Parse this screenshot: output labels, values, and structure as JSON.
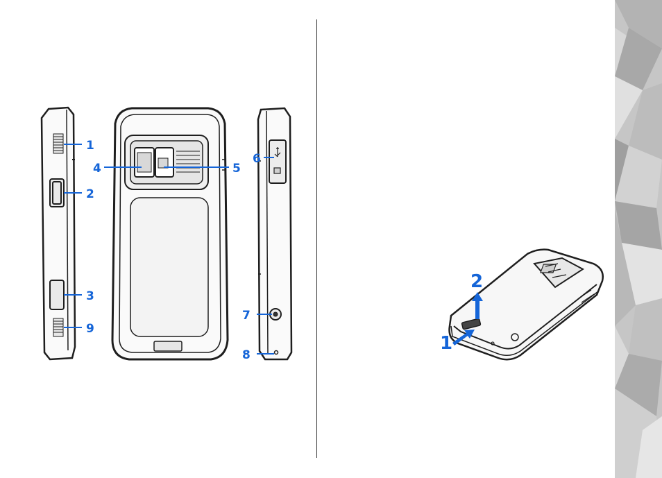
{
  "figure": {
    "callouts": {
      "c1": "1",
      "c2": "2",
      "c3": "3",
      "c4": "4",
      "c5": "5",
      "c6": "6",
      "c7": "7",
      "c8": "8",
      "c9": "9"
    },
    "inset_callouts": {
      "step1": "1",
      "step2": "2"
    }
  },
  "colors": {
    "callout": "#1565d8",
    "device_outline": "#1e1e1e",
    "side_strip": "#c9c9c9"
  },
  "icons": [
    "speaker-grille-icon",
    "usb-icon",
    "memory-card-icon",
    "headset-jack-icon"
  ]
}
